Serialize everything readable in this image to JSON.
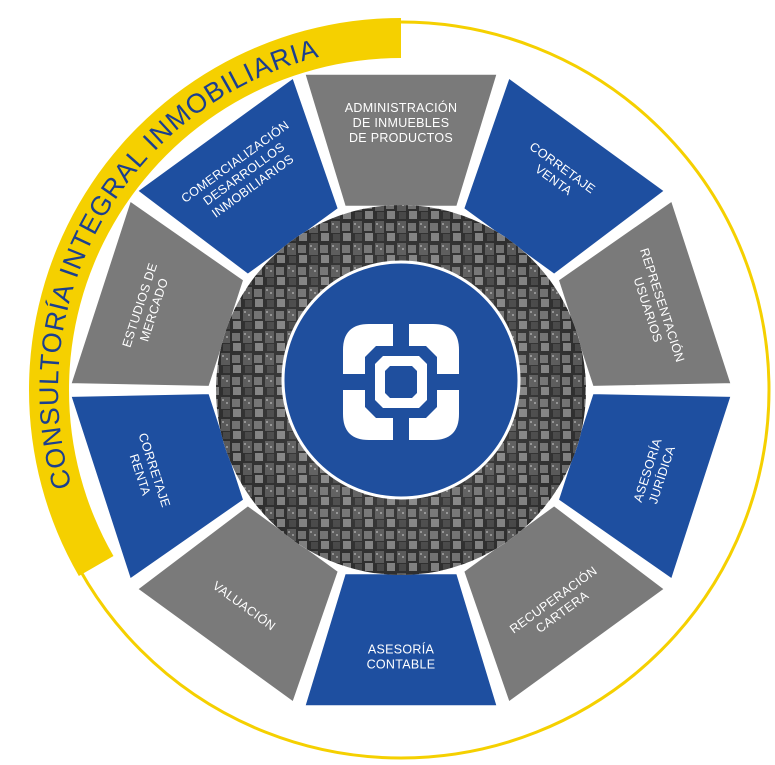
{
  "banner": {
    "title": "CONSULTORÍA INTEGRAL INMOBILIARIA",
    "color": "#f5d000",
    "text_color": "#1b3f8f"
  },
  "colors": {
    "ring": "#f5d000",
    "blue": "#1e4fa0",
    "gray": "#7a7a7a",
    "center_blue": "#1f4f9e"
  },
  "center": {
    "logo_icon": "company-logo-icon"
  },
  "segments": [
    {
      "id": "administracion",
      "lines": [
        "ADMINISTRACIÓN",
        "DE INMUEBLES",
        "DE PRODUCTOS"
      ],
      "color": "gray"
    },
    {
      "id": "corretaje-venta",
      "lines": [
        "CORRETAJE",
        "VENTA"
      ],
      "color": "blue"
    },
    {
      "id": "representacion",
      "lines": [
        "REPRESENTACIÓN",
        "USUARIOS"
      ],
      "color": "gray"
    },
    {
      "id": "asesoria-juridica",
      "lines": [
        "ASESORÍA",
        "JURÍDICA"
      ],
      "color": "blue"
    },
    {
      "id": "recuperacion",
      "lines": [
        "RECUPERACIÓN",
        "CARTERA"
      ],
      "color": "gray"
    },
    {
      "id": "asesoria-contable",
      "lines": [
        "ASESORÍA",
        "CONTABLE"
      ],
      "color": "blue"
    },
    {
      "id": "valuacion",
      "lines": [
        "VALUACIÓN"
      ],
      "color": "gray"
    },
    {
      "id": "corretaje-renta",
      "lines": [
        "CORRETAJE",
        "RENTA"
      ],
      "color": "blue"
    },
    {
      "id": "estudios",
      "lines": [
        "ESTUDIOS DE",
        "MERCADO"
      ],
      "color": "gray"
    },
    {
      "id": "comercializacion",
      "lines": [
        "COMERCIALIZACIÓN",
        "DESARROLLOS",
        "INMOBILIARIOS"
      ],
      "color": "blue"
    }
  ]
}
